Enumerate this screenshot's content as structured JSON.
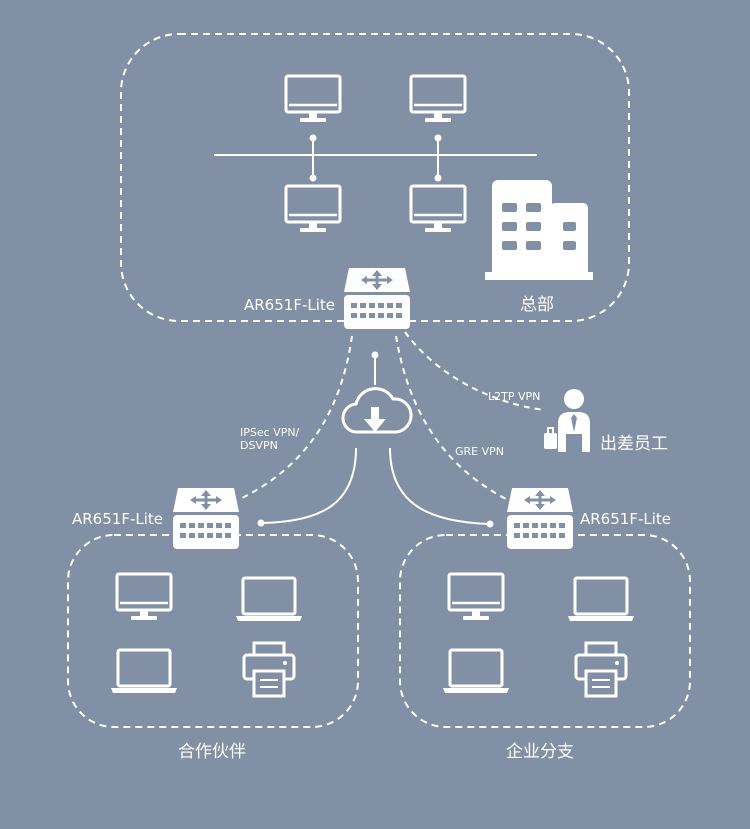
{
  "colors": {
    "background": "#8190a4",
    "line": "#ffffff"
  },
  "routers": {
    "hq": "AR651F-Lite",
    "partner": "AR651F-Lite",
    "branch": "AR651F-Lite"
  },
  "vpn_labels": {
    "ipsec_line1": "IPSec VPN/",
    "ipsec_line2": "DSVPN",
    "gre": "GRE VPN",
    "l2tp": "L2TP  VPN"
  },
  "sites": {
    "hq": "总部",
    "traveler": "出差员工",
    "partner": "合作伙伴",
    "branch": "企业分支"
  },
  "icons": [
    "monitor-icon",
    "laptop-icon",
    "printer-icon",
    "router-icon",
    "cloud-download-icon",
    "building-icon",
    "business-traveler-icon"
  ]
}
